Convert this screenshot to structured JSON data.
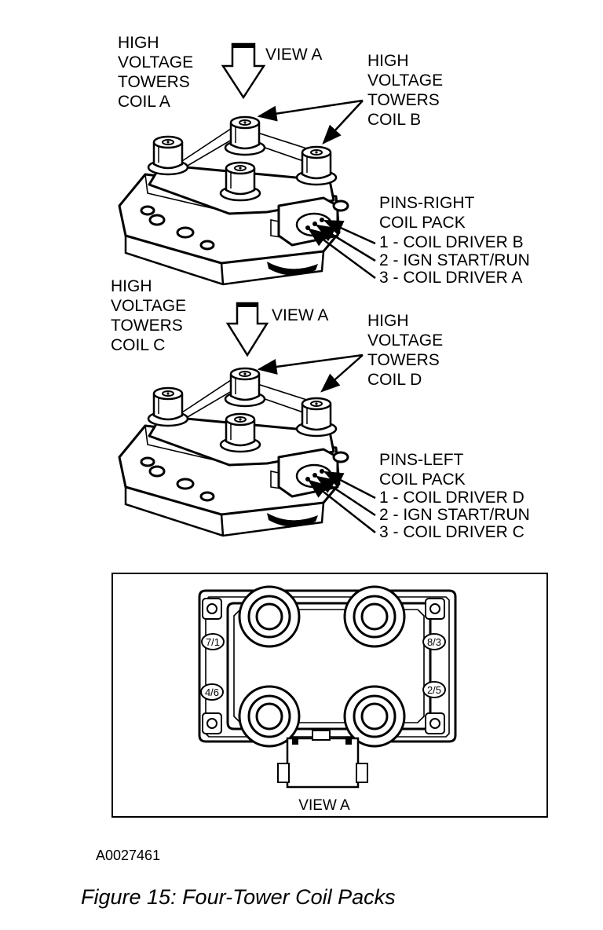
{
  "coil_a_label": [
    "HIGH",
    "VOLTAGE",
    "TOWERS",
    "COIL A"
  ],
  "coil_b_label": [
    "HIGH",
    "VOLTAGE",
    "TOWERS",
    "COIL B"
  ],
  "coil_c_label": [
    "HIGH",
    "VOLTAGE",
    "TOWERS",
    "COIL C"
  ],
  "coil_d_label": [
    "HIGH",
    "VOLTAGE",
    "TOWERS",
    "COIL D"
  ],
  "view_a_arrow_label": "VIEW A",
  "right_pack": {
    "title": [
      "PINS-RIGHT",
      "COIL PACK"
    ],
    "pins": [
      "1 - COIL DRIVER B",
      "2 - IGN START/RUN",
      "3 - COIL DRIVER A"
    ]
  },
  "left_pack": {
    "title": [
      "PINS-LEFT",
      "COIL PACK"
    ],
    "pins": [
      "1 - COIL DRIVER D",
      "2 - IGN START/RUN",
      "3 - COIL DRIVER C"
    ]
  },
  "view_a_box": {
    "caption": "VIEW A",
    "tower_marks": [
      "7/1",
      "8/3",
      "4/6",
      "2/5"
    ]
  },
  "reference_number": "A0027461",
  "figure_caption": "Figure 15: Four-Tower Coil Packs"
}
